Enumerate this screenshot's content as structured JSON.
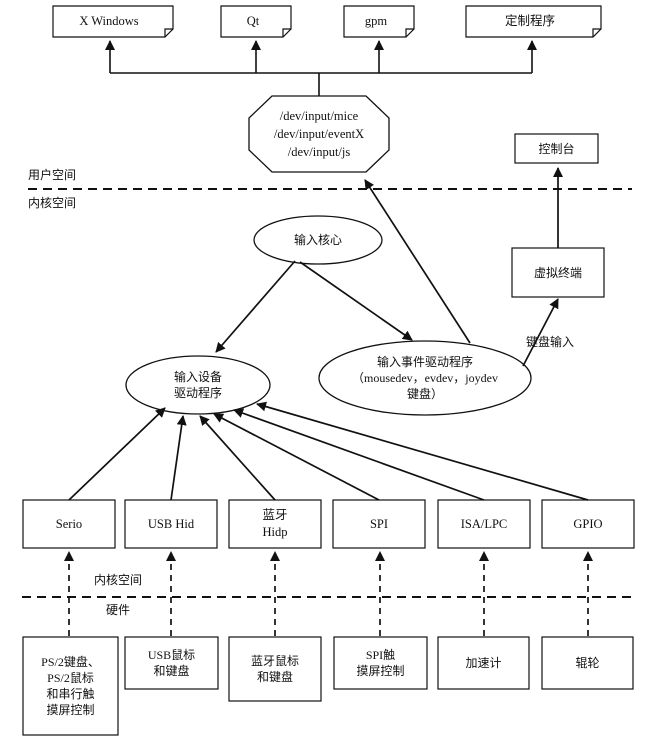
{
  "applications": [
    "X Windows",
    "Qt",
    "gpm",
    "定制程序"
  ],
  "device_nodes": "/dev/input/mice\n/dev/input/eventX\n/dev/input/js",
  "console": "控制台",
  "zones": {
    "user_space": "用户空间",
    "kernel_space": "内核空间",
    "kernel_space_lower": "内核空间",
    "hardware": "硬件"
  },
  "input_core": "输入核心",
  "virtual_terminal": "虚拟终端",
  "keyboard_input": "键盘输入",
  "device_drivers": "输入设备\n驱动程序",
  "event_drivers": "输入事件驱动程序\n（mousedev，evdev，joydev\n键盘）",
  "buses": [
    "Serio",
    "USB Hid",
    "蓝牙\nHidp",
    "SPI",
    "ISA/LPC",
    "GPIO"
  ],
  "hardware_devices": [
    "PS/2键盘、\nPS/2鼠标\n和串行触\n摸屏控制",
    "USB鼠标\n和键盘",
    "蓝牙鼠标\n和键盘",
    "SPI触\n摸屏控制",
    "加速计",
    "辊轮"
  ]
}
